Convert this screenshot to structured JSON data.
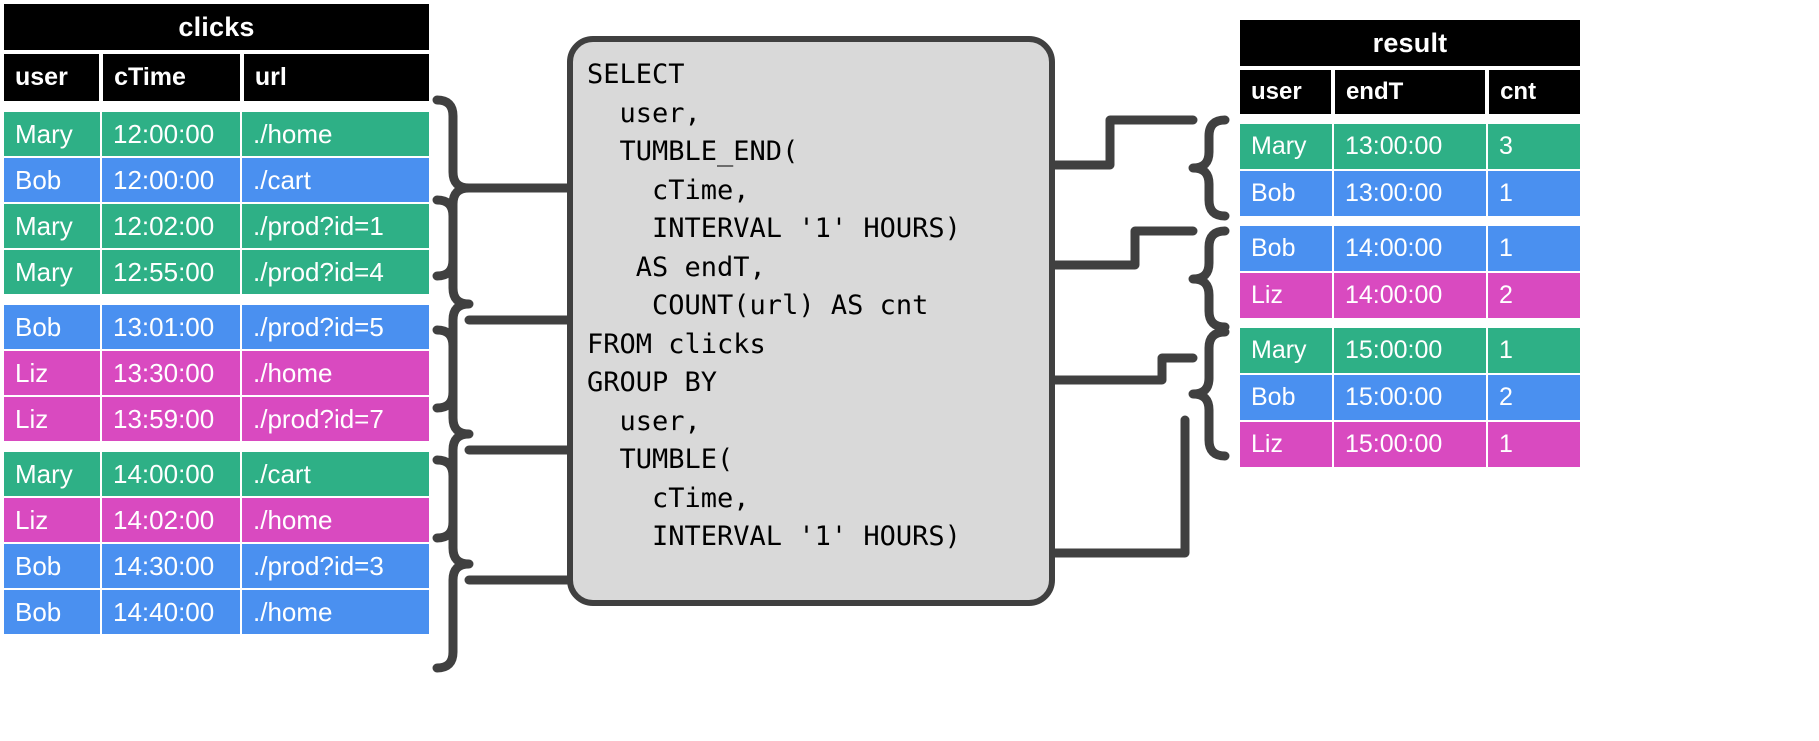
{
  "clicks_table": {
    "title": "clicks",
    "columns": [
      "user",
      "cTime",
      "url"
    ],
    "groups": [
      {
        "rows": [
          {
            "user": "Mary",
            "cTime": "12:00:00",
            "url": "./home",
            "color": "u-mary"
          },
          {
            "user": "Bob",
            "cTime": "12:00:00",
            "url": "./cart",
            "color": "u-bob"
          },
          {
            "user": "Mary",
            "cTime": "12:02:00",
            "url": "./prod?id=1",
            "color": "u-mary"
          },
          {
            "user": "Mary",
            "cTime": "12:55:00",
            "url": "./prod?id=4",
            "color": "u-mary"
          }
        ]
      },
      {
        "rows": [
          {
            "user": "Bob",
            "cTime": "13:01:00",
            "url": "./prod?id=5",
            "color": "u-bob"
          },
          {
            "user": "Liz",
            "cTime": "13:30:00",
            "url": "./home",
            "color": "u-liz"
          },
          {
            "user": "Liz",
            "cTime": "13:59:00",
            "url": "./prod?id=7",
            "color": "u-liz"
          }
        ]
      },
      {
        "rows": [
          {
            "user": "Mary",
            "cTime": "14:00:00",
            "url": "./cart",
            "color": "u-mary"
          },
          {
            "user": "Liz",
            "cTime": "14:02:00",
            "url": "./home",
            "color": "u-liz"
          },
          {
            "user": "Bob",
            "cTime": "14:30:00",
            "url": "./prod?id=3",
            "color": "u-bob"
          },
          {
            "user": "Bob",
            "cTime": "14:40:00",
            "url": "./home",
            "color": "u-bob"
          }
        ]
      }
    ]
  },
  "query": {
    "sql": "SELECT\n  user,\n  TUMBLE_END(\n    cTime,\n    INTERVAL '1' HOURS)\n   AS endT,\n    COUNT(url) AS cnt\nFROM clicks\nGROUP BY\n  user,\n  TUMBLE(\n    cTime,\n    INTERVAL '1' HOURS)"
  },
  "result_table": {
    "title": "result",
    "columns": [
      "user",
      "endT",
      "cnt"
    ],
    "groups": [
      {
        "rows": [
          {
            "user": "Mary",
            "endT": "13:00:00",
            "cnt": "3",
            "color": "u-mary"
          },
          {
            "user": "Bob",
            "endT": "13:00:00",
            "cnt": "1",
            "color": "u-bob"
          }
        ]
      },
      {
        "rows": [
          {
            "user": "Bob",
            "endT": "14:00:00",
            "cnt": "1",
            "color": "u-bob"
          },
          {
            "user": "Liz",
            "endT": "14:00:00",
            "cnt": "2",
            "color": "u-liz"
          }
        ]
      },
      {
        "rows": [
          {
            "user": "Mary",
            "endT": "15:00:00",
            "cnt": "1",
            "color": "u-mary"
          },
          {
            "user": "Bob",
            "endT": "15:00:00",
            "cnt": "2",
            "color": "u-bob"
          },
          {
            "user": "Liz",
            "endT": "15:00:00",
            "cnt": "1",
            "color": "u-liz"
          }
        ]
      }
    ]
  },
  "palette": {
    "mary": "#2eb086",
    "bob": "#4a90f0",
    "liz": "#d94ac0",
    "header": "#000000",
    "box_fill": "#d9d9d9",
    "box_border": "#404040",
    "wire": "#404040"
  }
}
